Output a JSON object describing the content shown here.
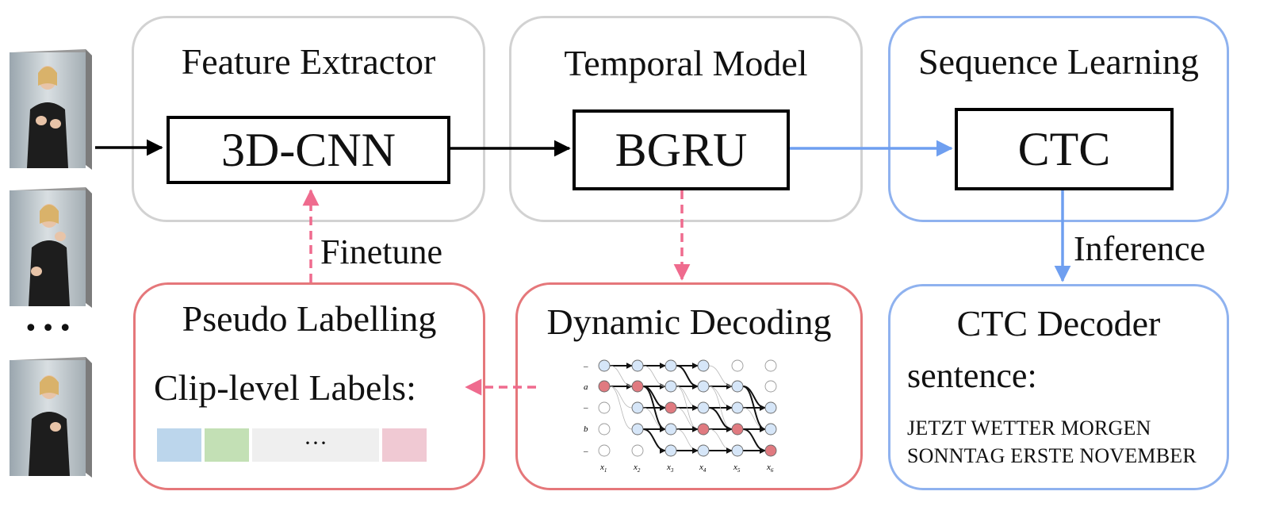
{
  "sections": {
    "feature_extractor": {
      "title": "Feature Extractor",
      "module": "3D-CNN"
    },
    "temporal_model": {
      "title": "Temporal Model",
      "module": "BGRU"
    },
    "sequence_learning": {
      "title": "Sequence Learning",
      "module": "CTC"
    },
    "pseudo_labelling": {
      "title": "Pseudo Labelling",
      "subtitle": "Clip-level Labels:",
      "ellipsis": "···"
    },
    "dynamic_decoding": {
      "title": "Dynamic Decoding"
    },
    "ctc_decoder": {
      "title": "CTC Decoder",
      "subtitle": "sentence:",
      "sentence_line1": "JETZT WETTER MORGEN",
      "sentence_line2": "SONNTAG ERSTE NOVEMBER"
    }
  },
  "arrows": {
    "finetune": "Finetune",
    "inference": "Inference"
  },
  "input_frames": {
    "ellipsis": "•••"
  },
  "decoding_graph": {
    "row_labels": [
      "–",
      "a",
      "–",
      "b",
      "–"
    ],
    "x_labels": [
      "x",
      "x",
      "x",
      "x",
      "x",
      "x"
    ],
    "x_subscripts": [
      "1",
      "2",
      "3",
      "4",
      "5",
      "6"
    ]
  },
  "colors": {
    "gray_border": "#d2d2d2",
    "blue_accent": "#6f9ff0",
    "red_accent": "#e5777a",
    "pink_dashed": "#ef6b8e",
    "label_blue": "#bcd6ec",
    "label_green": "#c3e0b5",
    "label_gray": "#efefef",
    "label_pink": "#f0c9d3",
    "node_blue": "#d6e6f8",
    "node_red": "#e07a80"
  }
}
